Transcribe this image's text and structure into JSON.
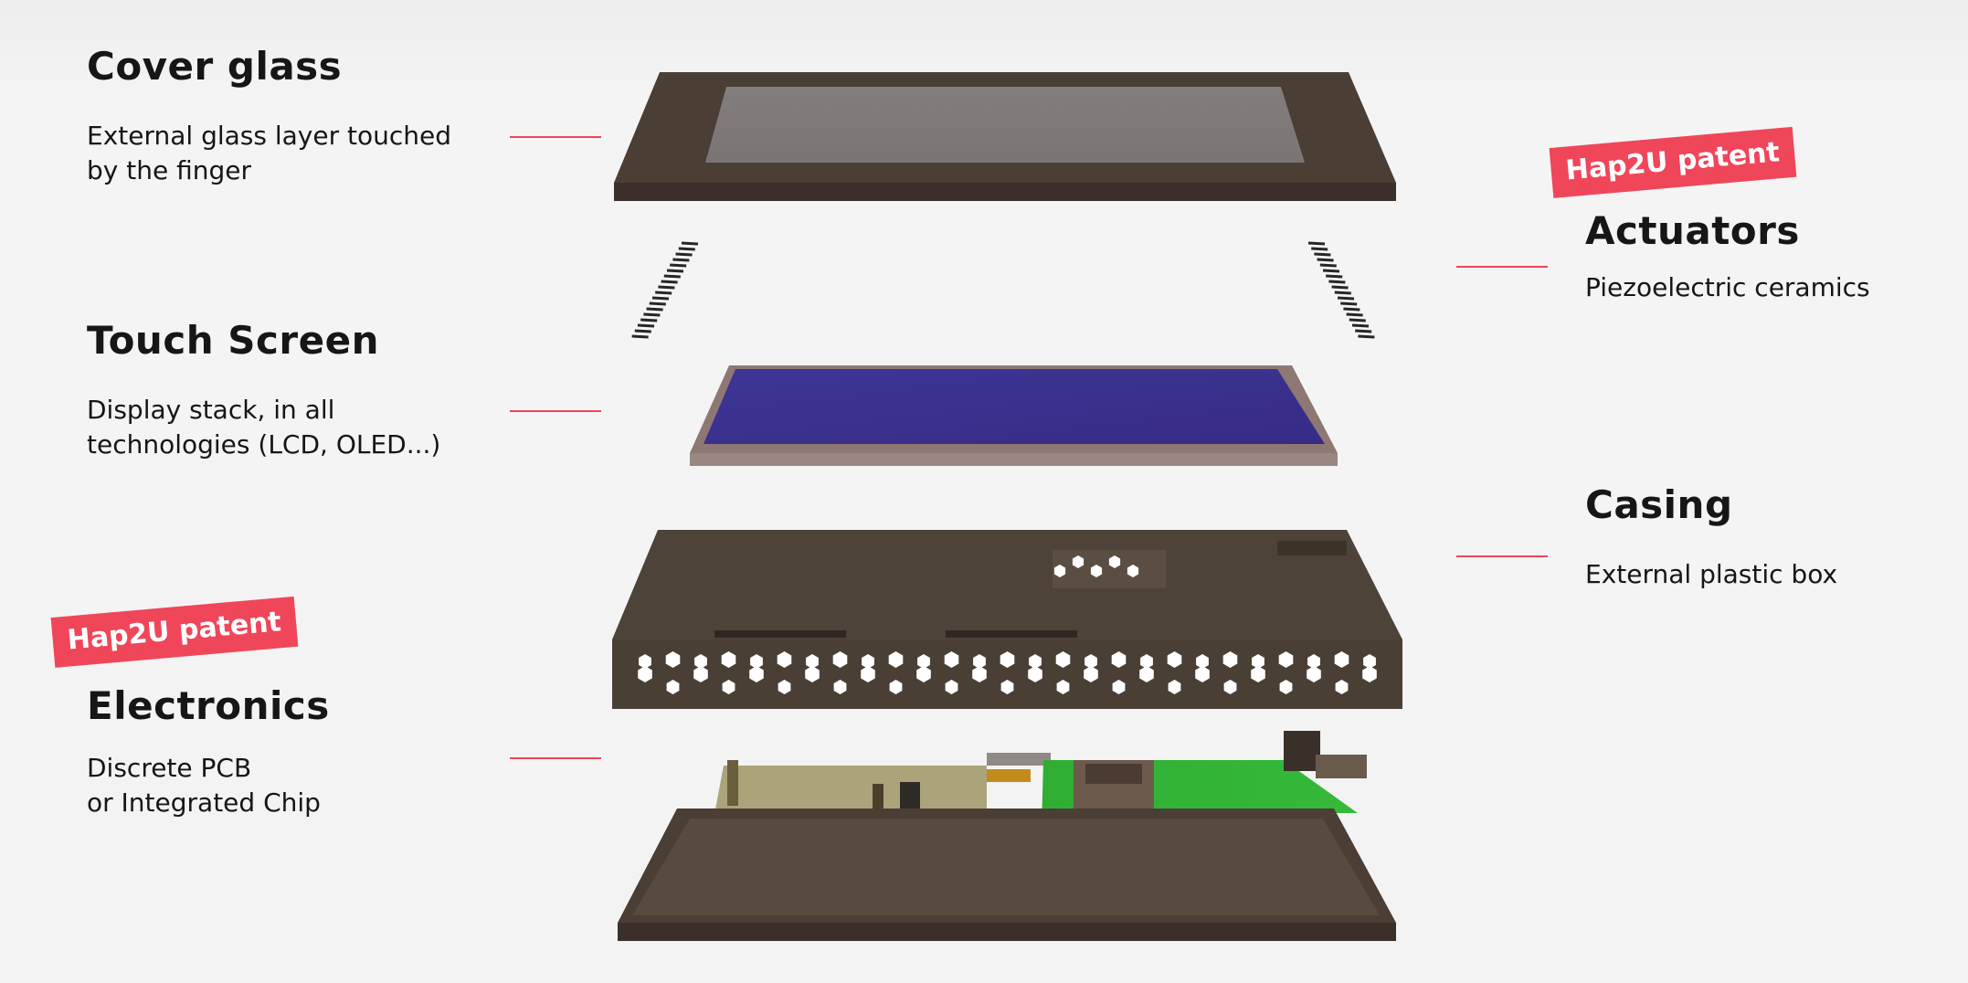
{
  "brand": {
    "accent_color": "#ef4457"
  },
  "left_labels": [
    {
      "title": "Cover glass",
      "description": "External glass layer touched\nby the finger"
    },
    {
      "title": "Touch Screen",
      "description": "Display stack, in all\ntechnologies (LCD, OLED...)"
    },
    {
      "title": "Electronics",
      "description": "Discrete PCB\nor Integrated Chip",
      "badge": "Hap2U patent"
    }
  ],
  "right_labels": [
    {
      "title": "Actuators",
      "description": "Piezoelectric ceramics",
      "badge": "Hap2U patent"
    },
    {
      "title": "Casing",
      "description": "External plastic box"
    }
  ],
  "layers": [
    {
      "name": "cover-glass",
      "color": "#4a3e35",
      "inner_color": "#7d7978"
    },
    {
      "name": "piezo-actuators",
      "color": "#2b2b2b"
    },
    {
      "name": "touch-screen",
      "color": "#8d7873",
      "inner_color": "#3b318c"
    },
    {
      "name": "casing",
      "color": "#4e4338"
    },
    {
      "name": "pcb-beige",
      "color": "#aba47b"
    },
    {
      "name": "pcb-green",
      "color": "#2fb133"
    },
    {
      "name": "base-tray",
      "color": "#4a3e35"
    }
  ]
}
